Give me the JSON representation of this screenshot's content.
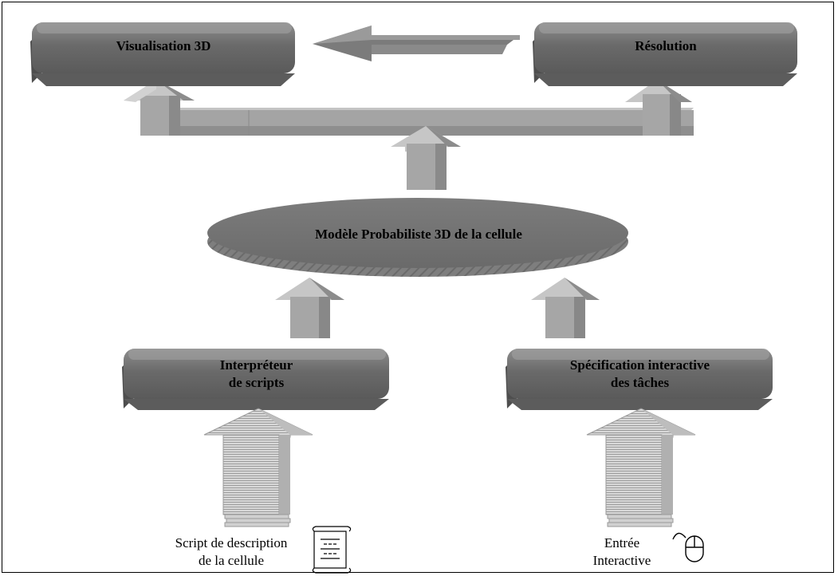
{
  "boxes": {
    "visualisation": "Visualisation 3D",
    "resolution": "Résolution",
    "model": "Modèle Probabiliste 3D de la cellule",
    "interpreteur": "Interpréteur\nde scripts",
    "specification": "Spécification interactive\ndes tâches"
  },
  "inputs": {
    "script": "Script de description\nde la cellule",
    "entree": "Entrée\nInteractive"
  },
  "icons": {
    "script": "scroll-document-icon",
    "entree": "mouse-icon"
  },
  "colors": {
    "box_face": "#6c6c6c",
    "box_top": "#9a9a9a",
    "box_side": "#4a4a4a",
    "arrow_face": "#a5a5a5",
    "arrow_light": "#c8c8c8",
    "arrow_dark": "#7a7a7a",
    "stripe_arrow": "#d4d4d4"
  }
}
